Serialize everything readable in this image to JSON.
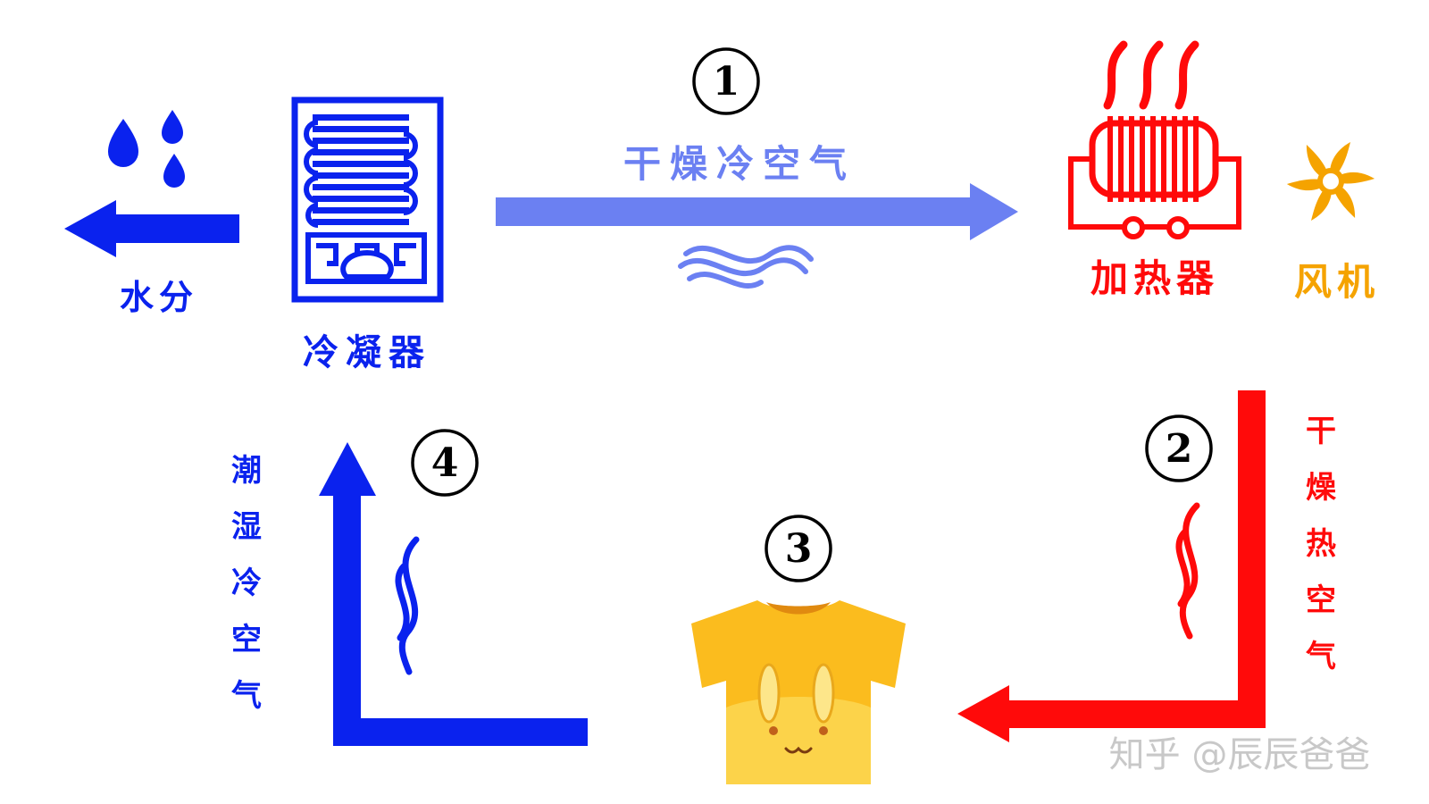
{
  "labels": {
    "water": "水分",
    "condenser": "冷凝器",
    "dry_cold_air": "干燥冷空气",
    "heater": "加热器",
    "fan": "风机",
    "dry_hot_air": [
      "干",
      "燥",
      "热",
      "空",
      "气"
    ],
    "humid_cold_air": [
      "潮",
      "湿",
      "冷",
      "空",
      "气"
    ]
  },
  "steps": [
    "①",
    "②",
    "③",
    "④"
  ],
  "step_digits": [
    "1",
    "2",
    "3",
    "4"
  ],
  "watermark": "知乎 @辰辰爸爸",
  "icons": {
    "water": "water-drops-icon",
    "condenser": "condenser-icon",
    "heater": "heater-coil-icon",
    "fan": "fan-icon",
    "garment": "bunny-tshirt-icon",
    "wave": "air-wave-icon",
    "heat": "heat-steam-icon",
    "humid": "humid-steam-icon"
  },
  "colors": {
    "blue": "#0a22ee",
    "light_blue": "#6b80f2",
    "red": "#ff0a0a",
    "orange": "#f5a300",
    "shirt_yellow": "#fbbc1e",
    "watermark": "#c8c8c8"
  }
}
